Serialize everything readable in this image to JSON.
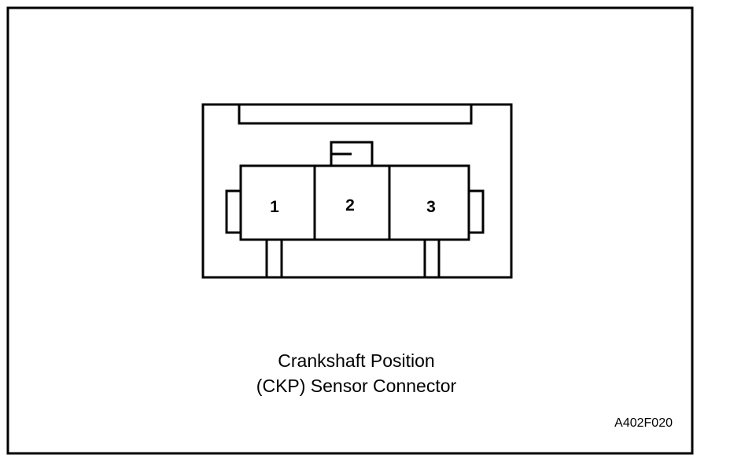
{
  "connector": {
    "pins": [
      {
        "label": "1"
      },
      {
        "label": "2"
      },
      {
        "label": "3"
      }
    ]
  },
  "caption": {
    "line1": "Crankshaft Position",
    "line2": "(CKP) Sensor Connector"
  },
  "figure_code": "A402F020",
  "colors": {
    "line": "#000000",
    "background": "#ffffff"
  }
}
